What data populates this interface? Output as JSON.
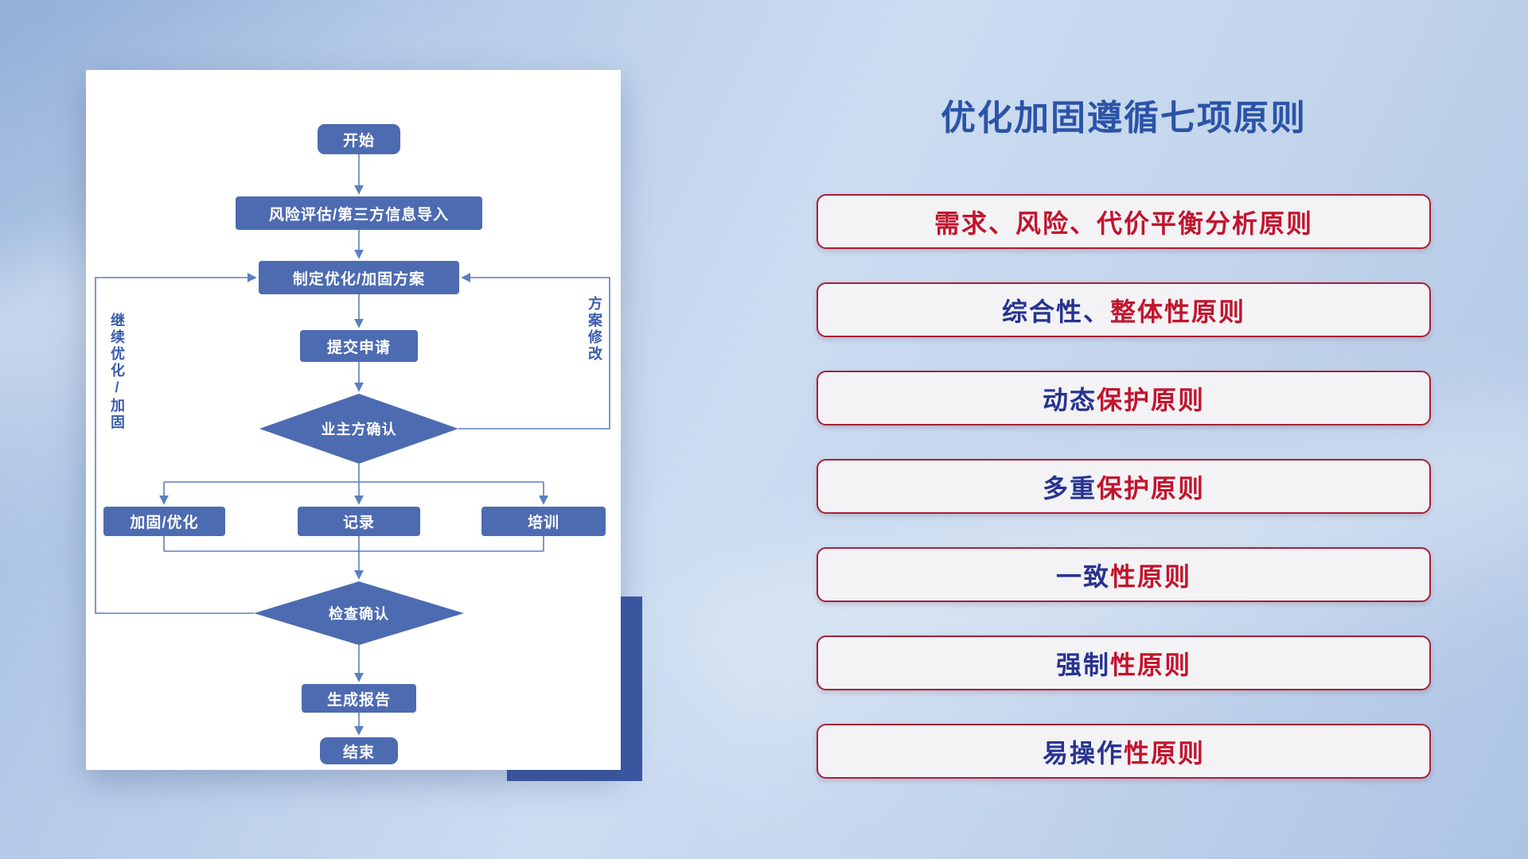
{
  "flowchart": {
    "nodes": {
      "start": "开始",
      "risk": "风险评估/第三方信息导入",
      "plan": "制定优化/加固方案",
      "submit": "提交申请",
      "owner_confirm": "业主方确认",
      "reinforce": "加固/优化",
      "record": "记录",
      "training": "培训",
      "check_confirm": "检查确认",
      "report": "生成报告",
      "end": "结束"
    },
    "labels": {
      "left_loop": "继续优化/加固",
      "right_loop": "方案修改"
    }
  },
  "principles": {
    "title": "优化加固遵循七项原则",
    "items": [
      {
        "segments": [
          {
            "text": "需求、风险、代价平衡分析原则",
            "color": "red"
          }
        ]
      },
      {
        "segments": [
          {
            "text": "综合性、",
            "color": "navy"
          },
          {
            "text": "整体性原则",
            "color": "red"
          }
        ]
      },
      {
        "segments": [
          {
            "text": "动态",
            "color": "navy"
          },
          {
            "text": "保护原则",
            "color": "red"
          }
        ]
      },
      {
        "segments": [
          {
            "text": "多重",
            "color": "navy"
          },
          {
            "text": "保护原则",
            "color": "red"
          }
        ]
      },
      {
        "segments": [
          {
            "text": "一致",
            "color": "navy"
          },
          {
            "text": "性原则",
            "color": "red"
          }
        ]
      },
      {
        "segments": [
          {
            "text": "强制",
            "color": "navy"
          },
          {
            "text": "性原则",
            "color": "red"
          }
        ]
      },
      {
        "segments": [
          {
            "text": "易操作",
            "color": "navy"
          },
          {
            "text": "性原则",
            "color": "red"
          }
        ]
      }
    ]
  },
  "colors": {
    "node_blue": "#4d6bb1",
    "line_blue": "#5b7fc0",
    "title_blue": "#2b53a7",
    "pill_border": "#a81f36",
    "text_navy": "#283390",
    "text_red": "#c2142d",
    "accent_block": "#3c57a2"
  }
}
